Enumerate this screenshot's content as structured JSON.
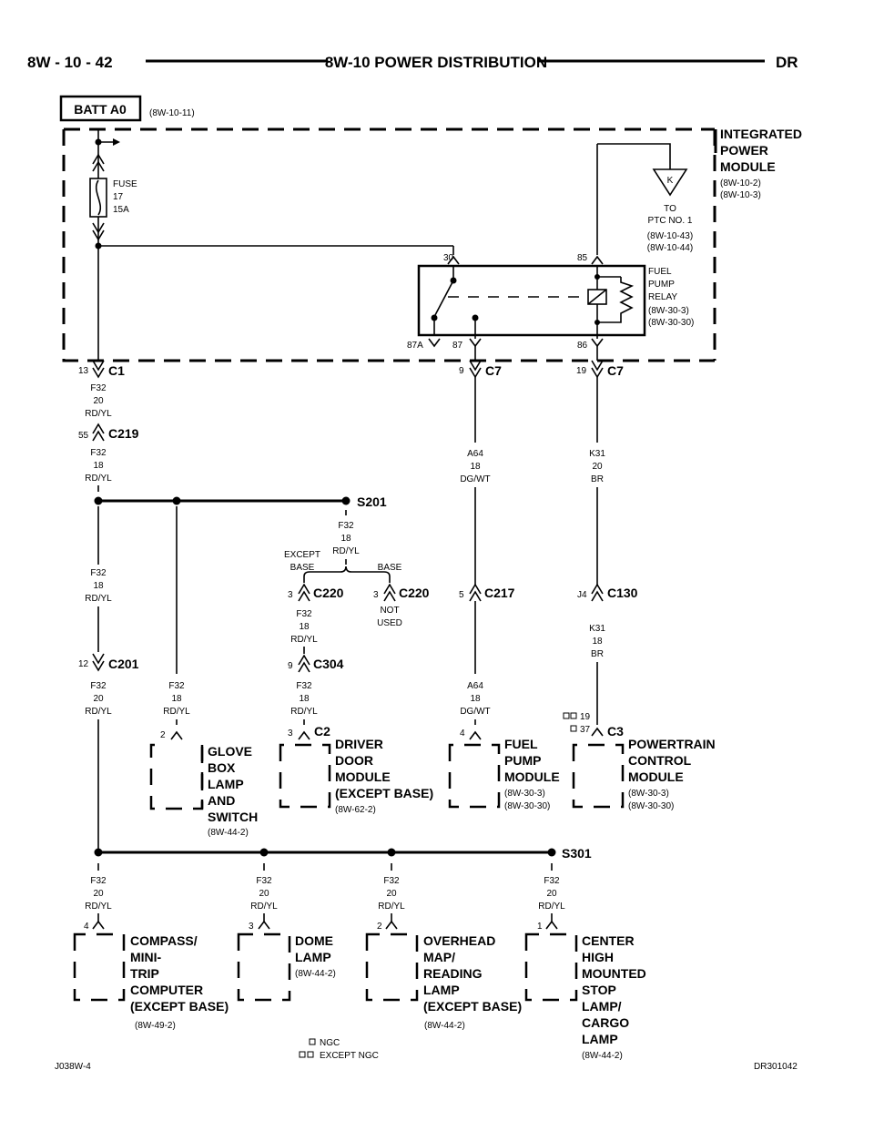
{
  "header": {
    "page_number": "8W - 10 - 42",
    "title": "8W-10 POWER DISTRIBUTION",
    "model": "DR"
  },
  "source": {
    "label": "BATT A0",
    "ref": "(8W-10-11)"
  },
  "ipm": {
    "title": [
      "INTEGRATED",
      "POWER",
      "MODULE"
    ],
    "refs": [
      "(8W-10-2)",
      "(8W-10-3)"
    ]
  },
  "fuse": {
    "lines": [
      "FUSE",
      "17",
      "15A"
    ]
  },
  "ptc": {
    "k_label": "K",
    "lines": [
      "TO",
      "PTC NO. 1"
    ],
    "refs": [
      "(8W-10-43)",
      "(8W-10-44)"
    ]
  },
  "relay": {
    "pins": {
      "p30": "30",
      "p85": "85",
      "p87a": "87A",
      "p87": "87",
      "p86": "86"
    },
    "lines": [
      "FUEL",
      "PUMP",
      "RELAY"
    ],
    "refs": [
      "(8W-30-3)",
      "(8W-30-30)"
    ]
  },
  "connectors": {
    "c1": {
      "pin": "13",
      "name": "C1"
    },
    "c7a": {
      "pin": "9",
      "name": "C7"
    },
    "c7b": {
      "pin": "19",
      "name": "C7"
    },
    "c219": {
      "pin": "55",
      "name": "C219"
    },
    "c220a": {
      "pin": "3",
      "name": "C220"
    },
    "c220b": {
      "pin": "3",
      "name": "C220"
    },
    "c217": {
      "pin": "5",
      "name": "C217"
    },
    "c130": {
      "pin": "J4",
      "name": "C130"
    },
    "c201": {
      "pin": "12",
      "name": "C201"
    },
    "c304": {
      "pin": "9",
      "name": "C304"
    },
    "c2": {
      "pin": "3",
      "name": "C2"
    },
    "c3": {
      "pin19": "19",
      "pin37": "37",
      "name": "C3"
    },
    "glove_pin": "2",
    "fuel_pin": "4",
    "compass_pin": "4",
    "dome_pin": "3",
    "overhead_pin": "2",
    "center_pin": "1"
  },
  "splices": {
    "s201": "S201",
    "s301": "S301"
  },
  "wires": {
    "w_c1": [
      "F32",
      "20",
      "RD/YL"
    ],
    "w_c219": [
      "F32",
      "18",
      "RD/YL"
    ],
    "w_a64a": [
      "A64",
      "18",
      "DG/WT"
    ],
    "w_k31a": [
      "K31",
      "20",
      "BR"
    ],
    "w_s201": [
      "F32",
      "18",
      "RD/YL"
    ],
    "w_left": [
      "F32",
      "18",
      "RD/YL"
    ],
    "w_c220": [
      "F32",
      "18",
      "RD/YL"
    ],
    "w_k31b": [
      "K31",
      "18",
      "BR"
    ],
    "w_c201": [
      "F32",
      "20",
      "RD/YL"
    ],
    "w_glove": [
      "F32",
      "18",
      "RD/YL"
    ],
    "w_c304": [
      "F32",
      "18",
      "RD/YL"
    ],
    "w_a64b": [
      "A64",
      "18",
      "DG/WT"
    ],
    "w_b1": [
      "F32",
      "20",
      "RD/YL"
    ],
    "w_b2": [
      "F32",
      "20",
      "RD/YL"
    ],
    "w_b3": [
      "F32",
      "20",
      "RD/YL"
    ],
    "w_b4": [
      "F32",
      "20",
      "RD/YL"
    ]
  },
  "branch": {
    "except_base": [
      "EXCEPT",
      "BASE"
    ],
    "base": "BASE",
    "not_used": [
      "NOT",
      "USED"
    ]
  },
  "components": {
    "glove": {
      "lines": [
        "GLOVE",
        "BOX",
        "LAMP",
        "AND",
        "SWITCH"
      ],
      "ref": "(8W-44-2)"
    },
    "driver": {
      "lines": [
        "DRIVER",
        "DOOR",
        "MODULE",
        "(EXCEPT BASE)"
      ],
      "ref": "(8W-62-2)"
    },
    "fuelpump": {
      "lines": [
        "FUEL",
        "PUMP",
        "MODULE"
      ],
      "refs": [
        "(8W-30-3)",
        "(8W-30-30)"
      ]
    },
    "pcm": {
      "lines": [
        "POWERTRAIN",
        "CONTROL",
        "MODULE"
      ],
      "refs": [
        "(8W-30-3)",
        "(8W-30-30)"
      ]
    },
    "compass": {
      "lines": [
        "COMPASS/",
        "MINI-",
        "TRIP",
        "COMPUTER",
        "(EXCEPT BASE)"
      ],
      "ref": "(8W-49-2)"
    },
    "dome": {
      "lines": [
        "DOME",
        "LAMP"
      ],
      "ref": "(8W-44-2)"
    },
    "overhead": {
      "lines": [
        "OVERHEAD",
        "MAP/",
        "READING",
        "LAMP",
        "(EXCEPT BASE)"
      ],
      "ref": "(8W-44-2)"
    },
    "chmsl": {
      "lines": [
        "CENTER",
        "HIGH",
        "MOUNTED",
        "STOP",
        "LAMP/",
        "CARGO",
        "LAMP"
      ],
      "ref": "(8W-44-2)"
    }
  },
  "legend": {
    "ngc": "NGC",
    "except_ngc": "EXCEPT NGC"
  },
  "footer": {
    "left": "J038W-4",
    "right": "DR301042"
  }
}
